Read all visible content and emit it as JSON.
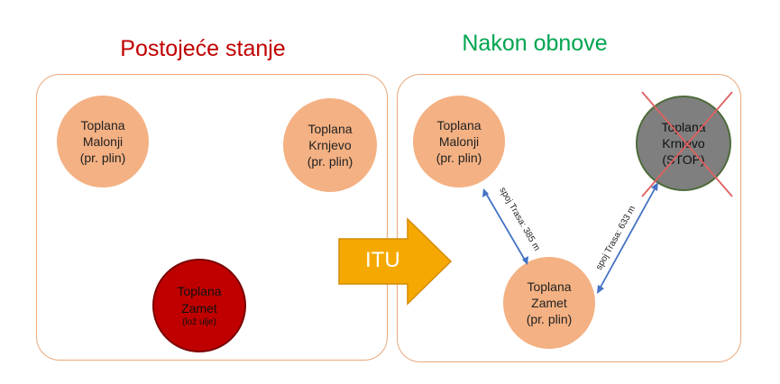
{
  "titles": {
    "left": "Postojeće stanje",
    "right": "Nakon obnove"
  },
  "left_panel": {
    "malonji": "Toplana\nMalonji\n(pr. plin)",
    "krnjevo": "Toplana\nKrnjevo\n(pr. plin)",
    "zamet_main": "Toplana\nZamet",
    "zamet_note": "(lož ulje)"
  },
  "right_panel": {
    "malonji": "Toplana\nMalonji\n(pr. plin)",
    "krnjevo": "Toplana\nKrnjevo\n(STOP)",
    "zamet": "Toplana\nZamet\n(pr. plin)",
    "link1": "spoj Trasa: 385 m",
    "link2": "spoj Trasa: 633 m"
  },
  "arrow": {
    "label": "ITU"
  },
  "colors": {
    "left_title": "#c00000",
    "right_title": "#00a550",
    "node_fill": "#f4b183",
    "zamet_old_fill": "#c00000",
    "stop_fill": "#7f7f7f",
    "arrow_fill": "#f5a800",
    "link_color": "#4472c4",
    "cross_color": "#e06060"
  }
}
